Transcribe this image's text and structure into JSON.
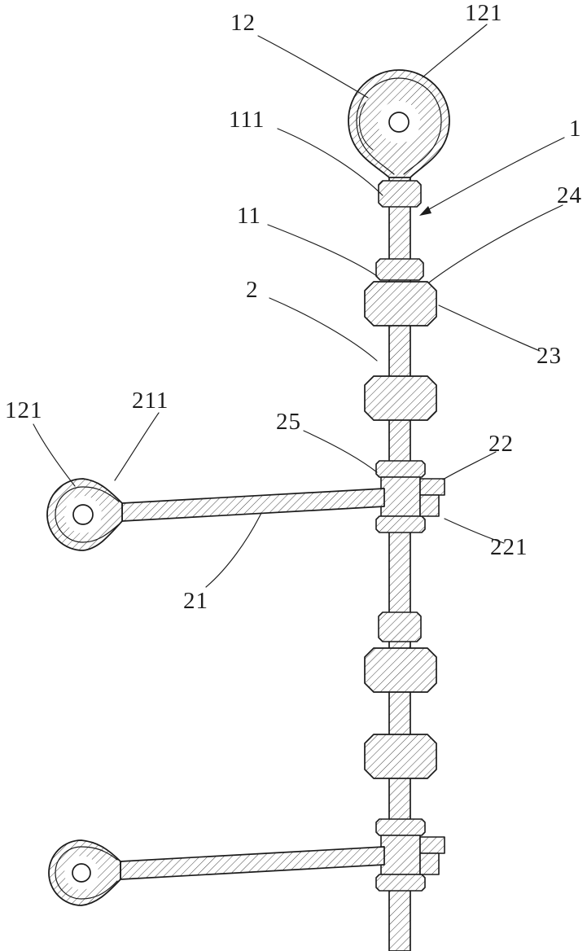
{
  "figure": {
    "ink_color": "#1c1c1c",
    "labels": [
      {
        "id": "12",
        "text": "12"
      },
      {
        "id": "121-top",
        "text": "121"
      },
      {
        "id": "111",
        "text": "111"
      },
      {
        "id": "1",
        "text": "1"
      },
      {
        "id": "24",
        "text": "24"
      },
      {
        "id": "11",
        "text": "11"
      },
      {
        "id": "2",
        "text": "2"
      },
      {
        "id": "23",
        "text": "23"
      },
      {
        "id": "121-left",
        "text": "121"
      },
      {
        "id": "211",
        "text": "211"
      },
      {
        "id": "25",
        "text": "25"
      },
      {
        "id": "22",
        "text": "22"
      },
      {
        "id": "221",
        "text": "221"
      },
      {
        "id": "21",
        "text": "21"
      }
    ]
  }
}
